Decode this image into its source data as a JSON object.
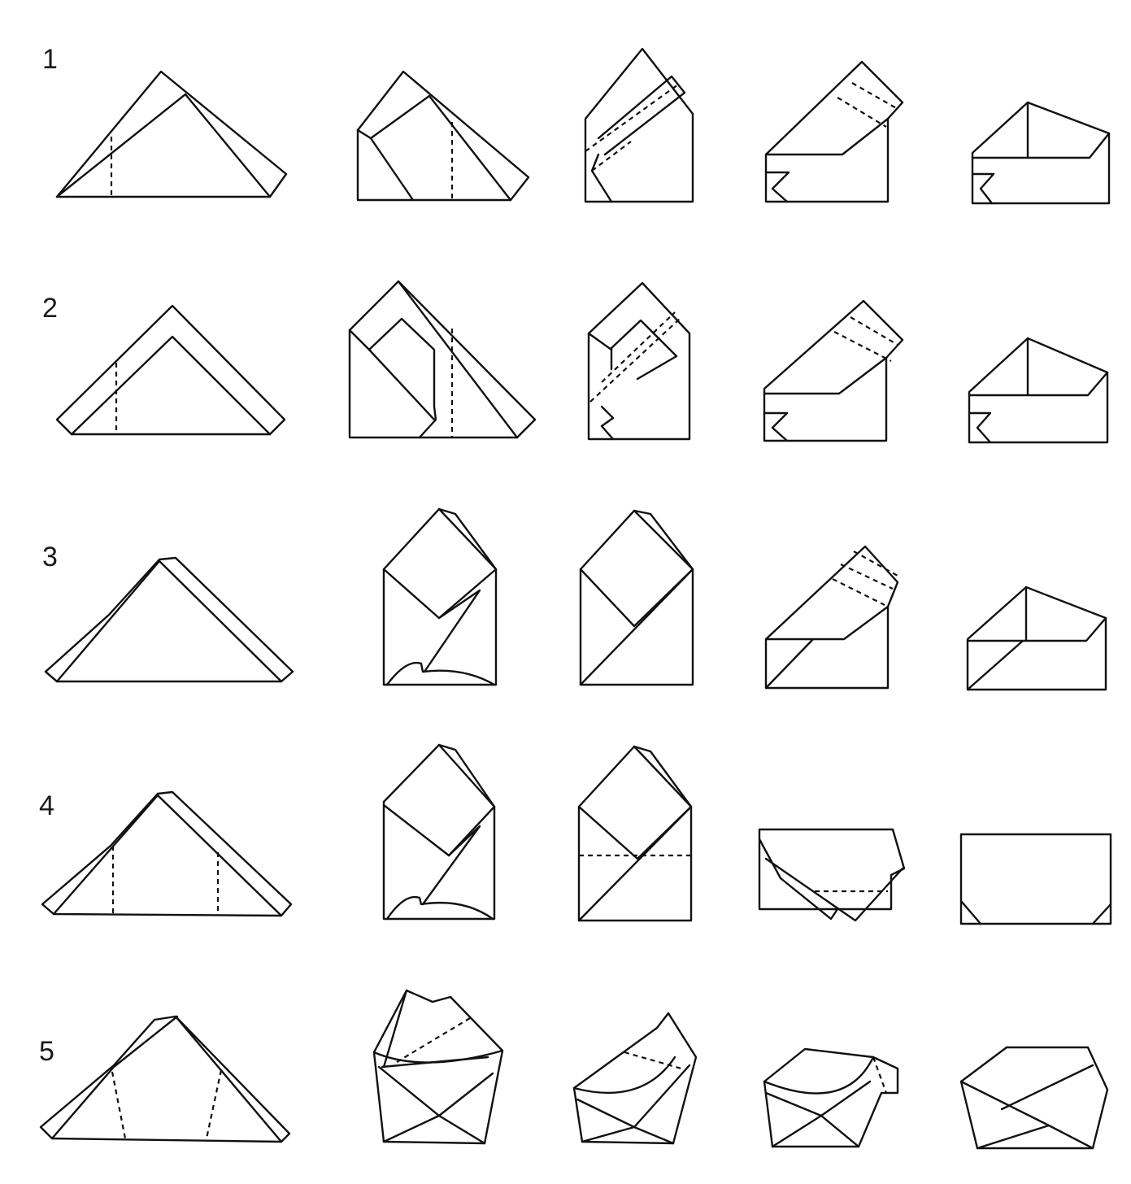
{
  "rows": [
    {
      "label": "1"
    },
    {
      "label": "2"
    },
    {
      "label": "3"
    },
    {
      "label": "4"
    },
    {
      "label": "5"
    }
  ],
  "colors": {
    "line": "#111111",
    "background": "#ffffff"
  }
}
